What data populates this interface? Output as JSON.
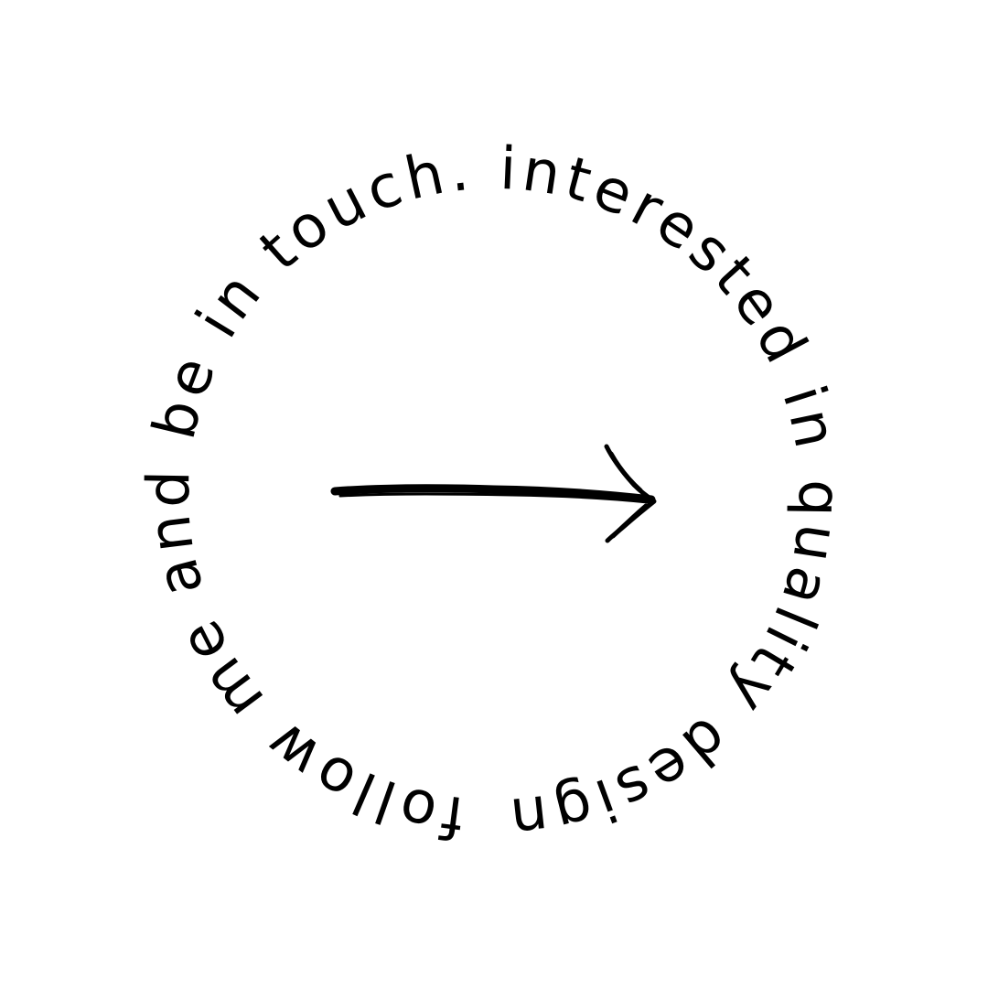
{
  "badge": {
    "text": "follow me and be in touch. interested in quality design",
    "text_color": "#000000",
    "background_color": "#ffffff"
  },
  "arrow": {
    "icon": "hand-drawn-right-arrow",
    "direction": "right"
  }
}
